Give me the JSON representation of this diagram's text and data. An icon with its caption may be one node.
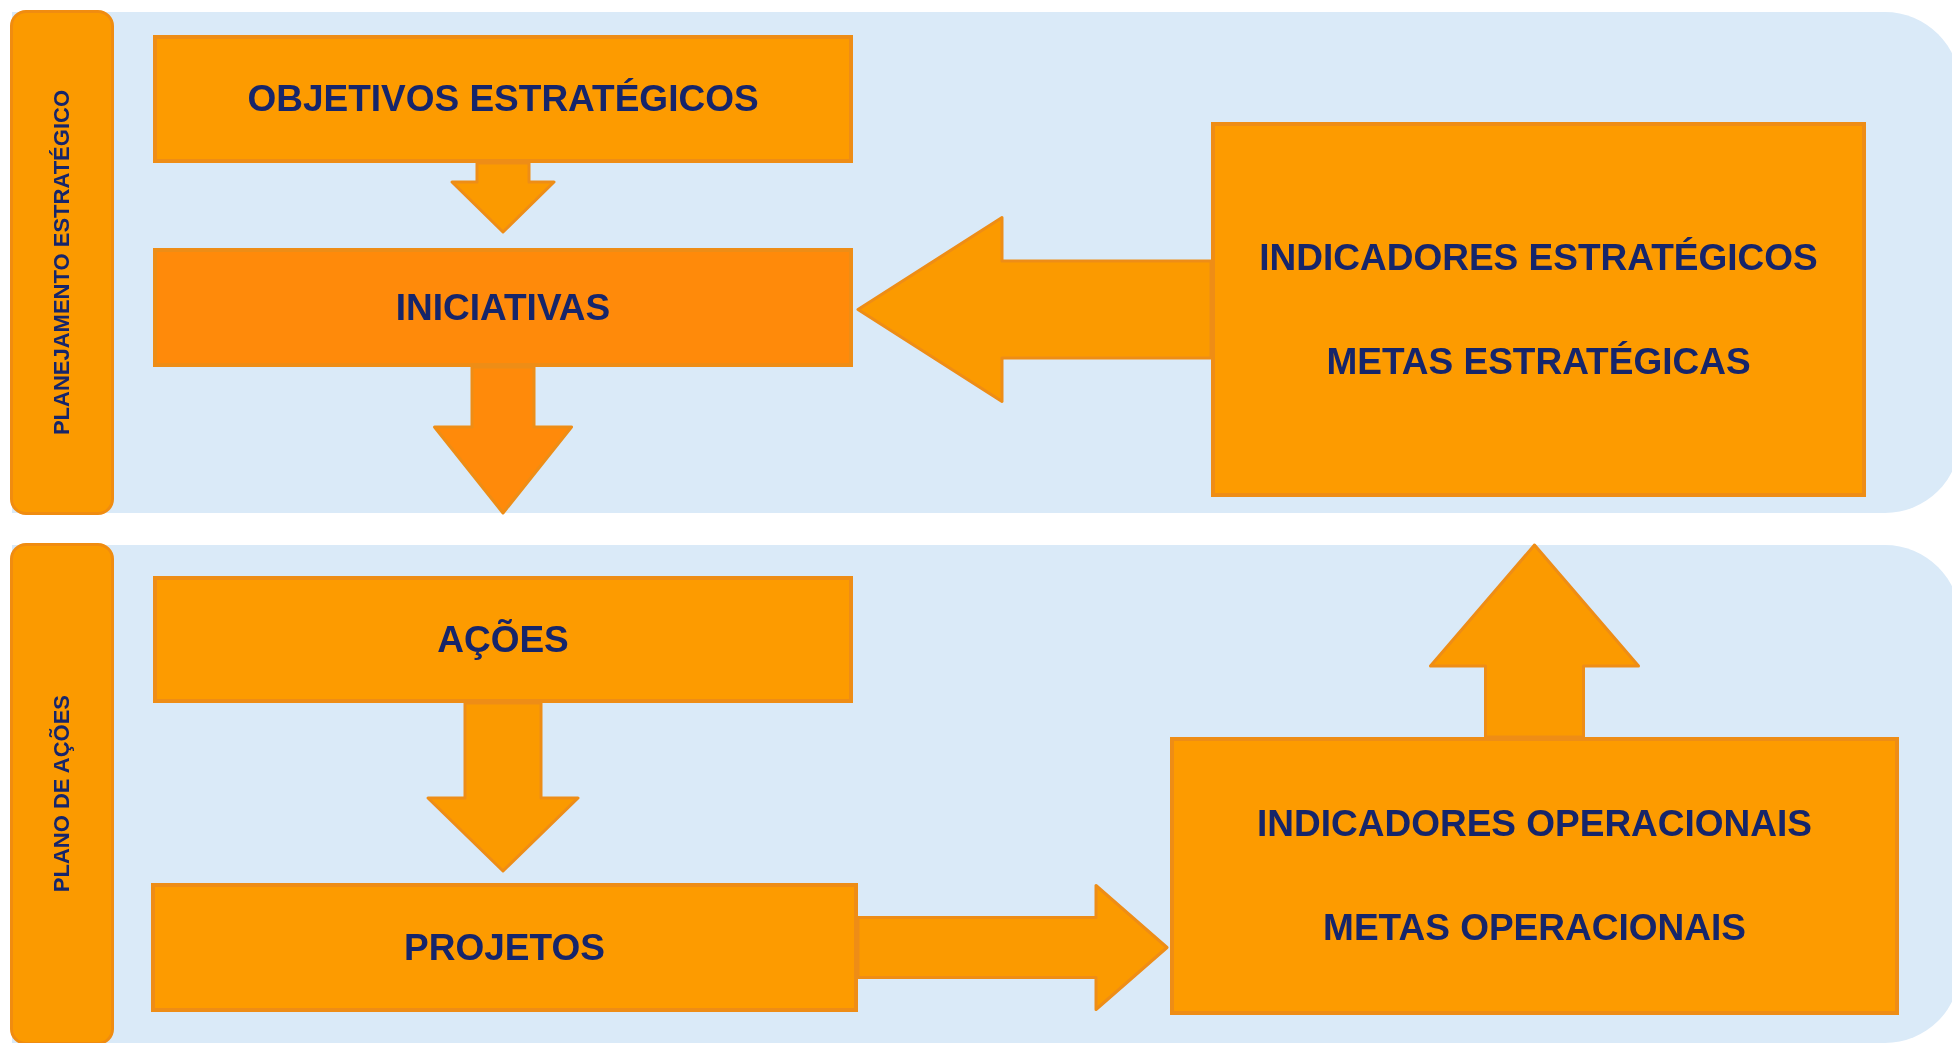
{
  "diagram": {
    "nodes": [
      {
        "text": [
          "PLANEJAMENTO ESTRATÉGICO"
        ]
      },
      {
        "text": [
          "OBJETIVOS ESTRATÉGICOS"
        ],
        "in": 0
      },
      {
        "text": [
          "INICIATIVAS"
        ],
        "in": 0
      },
      {
        "text": [
          "INDICADORES ESTRATÉGICOS",
          "METAS ESTRATÉGICAS"
        ],
        "in": 0
      },
      {
        "text": [
          "PLANO DE AÇÕES"
        ]
      },
      {
        "text": [
          "AÇÕES"
        ],
        "in": 4
      },
      {
        "text": [
          "PROJETOS"
        ],
        "in": 4
      },
      {
        "text": [
          "INDICADORES OPERACIONAIS",
          "METAS OPERACIONAIS"
        ],
        "in": 4
      }
    ],
    "edges": [
      {
        "from": 1,
        "to": 2,
        "arrow": "to"
      },
      {
        "from": 2,
        "to": 5,
        "arrow": "to"
      },
      {
        "from": 3,
        "to": 2,
        "arrow": "to"
      },
      {
        "from": 5,
        "to": 6,
        "arrow": "to"
      },
      {
        "from": 6,
        "to": 7,
        "arrow": "to"
      },
      {
        "from": 7,
        "to": 3,
        "arrow": "to"
      }
    ]
  }
}
